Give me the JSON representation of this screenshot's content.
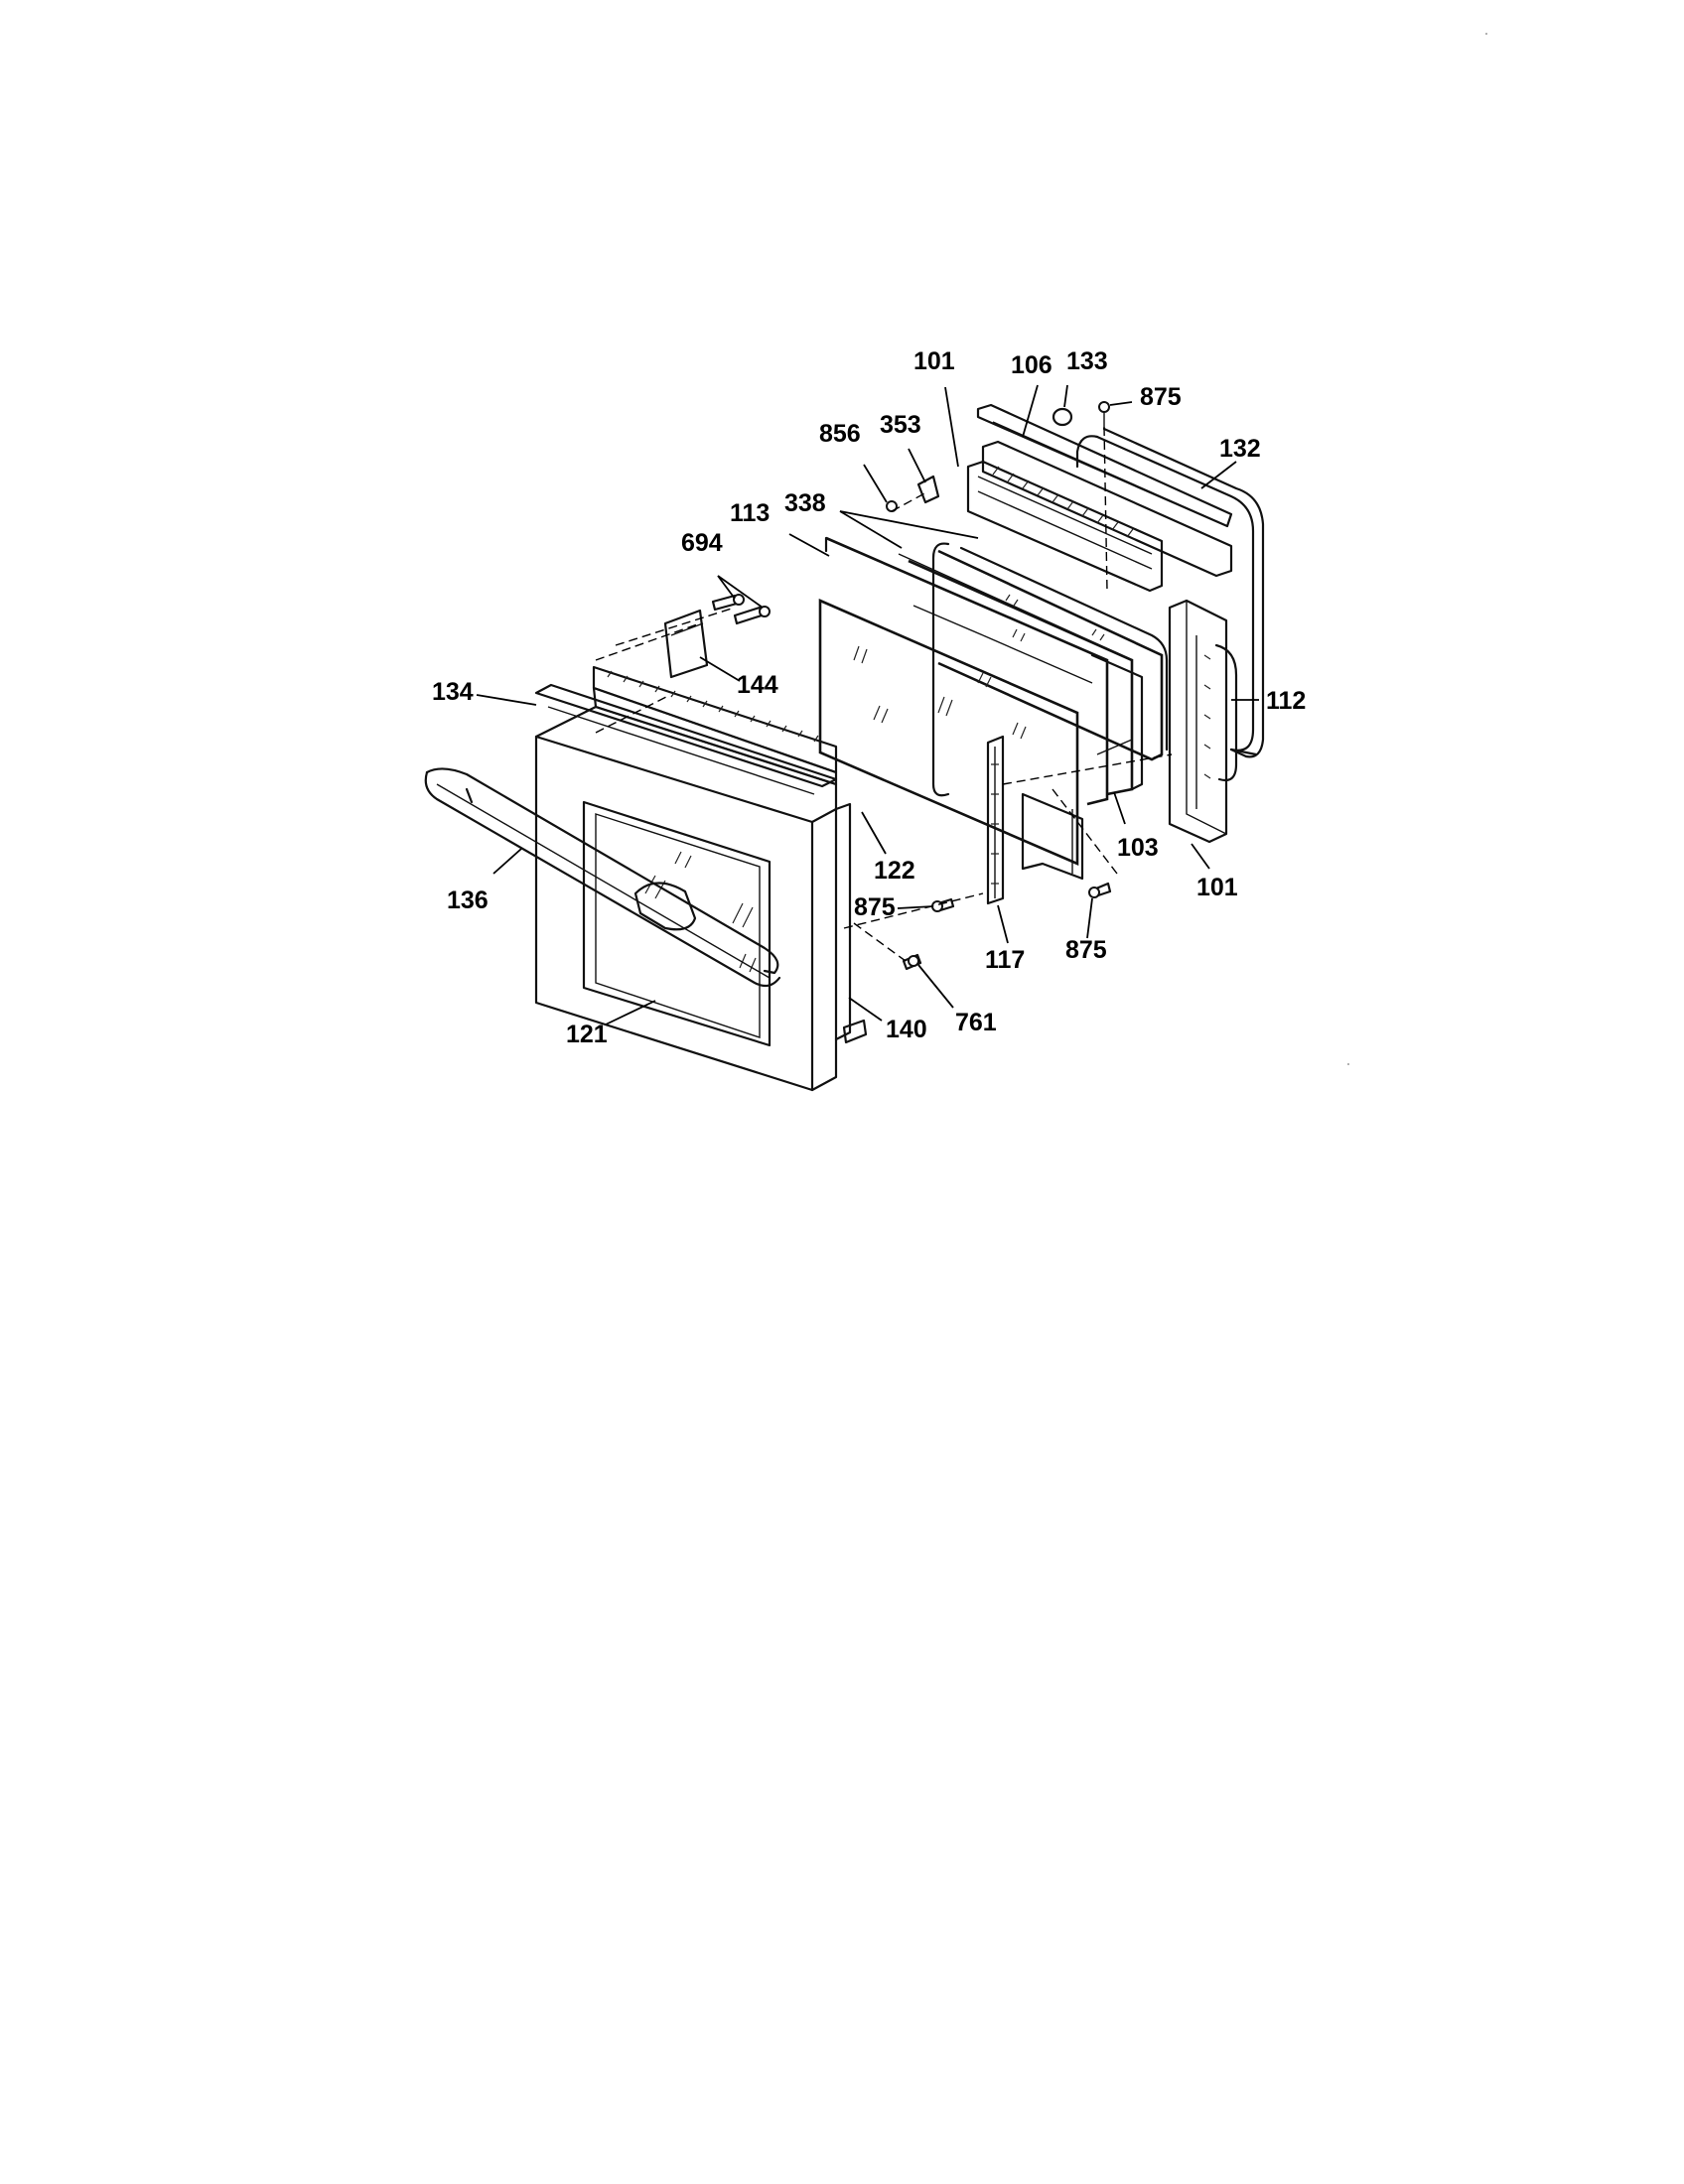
{
  "part_labels": [
    {
      "id": "101_top",
      "text": "101"
    },
    {
      "id": "106",
      "text": "106"
    },
    {
      "id": "133",
      "text": "133"
    },
    {
      "id": "875_top",
      "text": "875"
    },
    {
      "id": "132",
      "text": "132"
    },
    {
      "id": "856",
      "text": "856"
    },
    {
      "id": "353",
      "text": "353"
    },
    {
      "id": "113",
      "text": "113"
    },
    {
      "id": "338",
      "text": "338"
    },
    {
      "id": "694",
      "text": "694"
    },
    {
      "id": "112",
      "text": "112"
    },
    {
      "id": "134",
      "text": "134"
    },
    {
      "id": "144",
      "text": "144"
    },
    {
      "id": "136",
      "text": "136"
    },
    {
      "id": "122",
      "text": "122"
    },
    {
      "id": "103",
      "text": "103"
    },
    {
      "id": "101_bottom",
      "text": "101"
    },
    {
      "id": "875_mid",
      "text": "875"
    },
    {
      "id": "117",
      "text": "117"
    },
    {
      "id": "875_bottom",
      "text": "875"
    },
    {
      "id": "121",
      "text": "121"
    },
    {
      "id": "140",
      "text": "140"
    },
    {
      "id": "761",
      "text": "761"
    }
  ]
}
